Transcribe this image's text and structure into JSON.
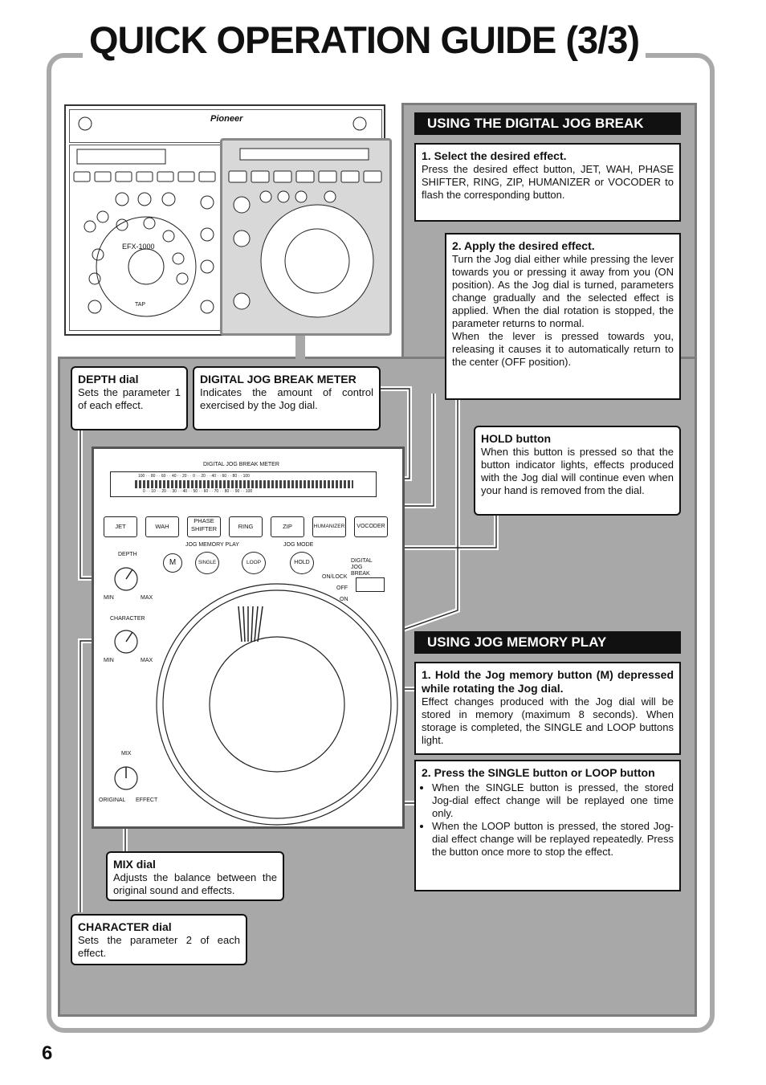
{
  "page": {
    "title": "QUICK OPERATION GUIDE (3/3)",
    "page_number": "6"
  },
  "digital_jog_break": {
    "header": "USING THE DIGITAL JOG BREAK",
    "step1_title": "1. Select the desired effect.",
    "step1_text": "Press the desired effect button, JET, WAH, PHASE SHIFTER, RING, ZIP, HUMANIZER or VOCODER to flash the corresponding button.",
    "step2_title": "2. Apply the desired effect.",
    "step2_text": "Turn the Jog dial either while pressing the lever towards you or pressing it away from you (ON position). As the Jog dial is turned, parameters change gradually and the selected effect is applied. When the dial rotation is stopped, the parameter returns to normal.",
    "step2_text2": "When the lever is pressed towards you, releasing it causes it to automatically return to the center (OFF position)."
  },
  "callouts": {
    "depth_title": "DEPTH dial",
    "depth_text": "Sets the parameter 1 of each effect.",
    "meter_title": "DIGITAL JOG BREAK METER",
    "meter_text": "Indicates the amount of control exercised by the Jog dial.",
    "hold_title": "HOLD button",
    "hold_text": "When this button is pressed so that the button indicator lights, effects produced with the Jog dial will continue even when your hand is removed from the dial.",
    "mix_title": "MIX dial",
    "mix_text": "Adjusts the balance between the original sound and effects.",
    "character_title": "CHARACTER dial",
    "character_text": "Sets the parameter 2 of each effect."
  },
  "jog_memory": {
    "header": "USING JOG MEMORY PLAY",
    "step1_title": "1. Hold the Jog memory button (M) depressed while rotating the Jog dial.",
    "step1_text": "Effect changes produced with the Jog dial will be stored in memory (maximum 8 seconds). When storage is completed, the SINGLE and LOOP buttons light.",
    "step2_title": "2. Press the SINGLE button or LOOP button",
    "bullet1": "When the SINGLE button is pressed, the stored Jog-dial effect change will be replayed one time only.",
    "bullet2": "When the LOOP button is pressed, the stored Jog-dial effect change will be replayed repeatedly. Press the button once more to stop the effect."
  },
  "device": {
    "meter_label": "DIGITAL JOG BREAK METER",
    "meter_scale_top": "100 · · 80 · · 60 · · 40 · · 20 · · 0 · · 20 · · 40 · · 60 · · 80 · · 100",
    "meter_scale_bottom": "0 · · 10 · · 20 · · 30 · · 40 · · 50 · · 60 · · 70 · · 80 · · 90 · · 100",
    "effects": [
      "JET",
      "WAH",
      "PHASE SHIFTER",
      "RING",
      "ZIP",
      "HUMANIZER",
      "VOCODER"
    ],
    "jog_memory_play": "JOG MEMORY PLAY",
    "jog_mode": "JOG MODE",
    "btn_m": "M",
    "btn_single": "SINGLE",
    "btn_loop": "LOOP",
    "btn_hold": "HOLD",
    "djb_label": "DIGITAL JOG BREAK",
    "lever_onlock": "ON/LOCK",
    "lever_off": "OFF",
    "lever_on": "ON",
    "depth": "DEPTH",
    "character": "CHARACTER",
    "mix": "MIX",
    "min": "MIN",
    "max": "MAX",
    "original": "ORIGINAL",
    "effect": "EFFECT",
    "model": "EFX-1000",
    "brand": "Pioneer",
    "tap": "TAP"
  }
}
